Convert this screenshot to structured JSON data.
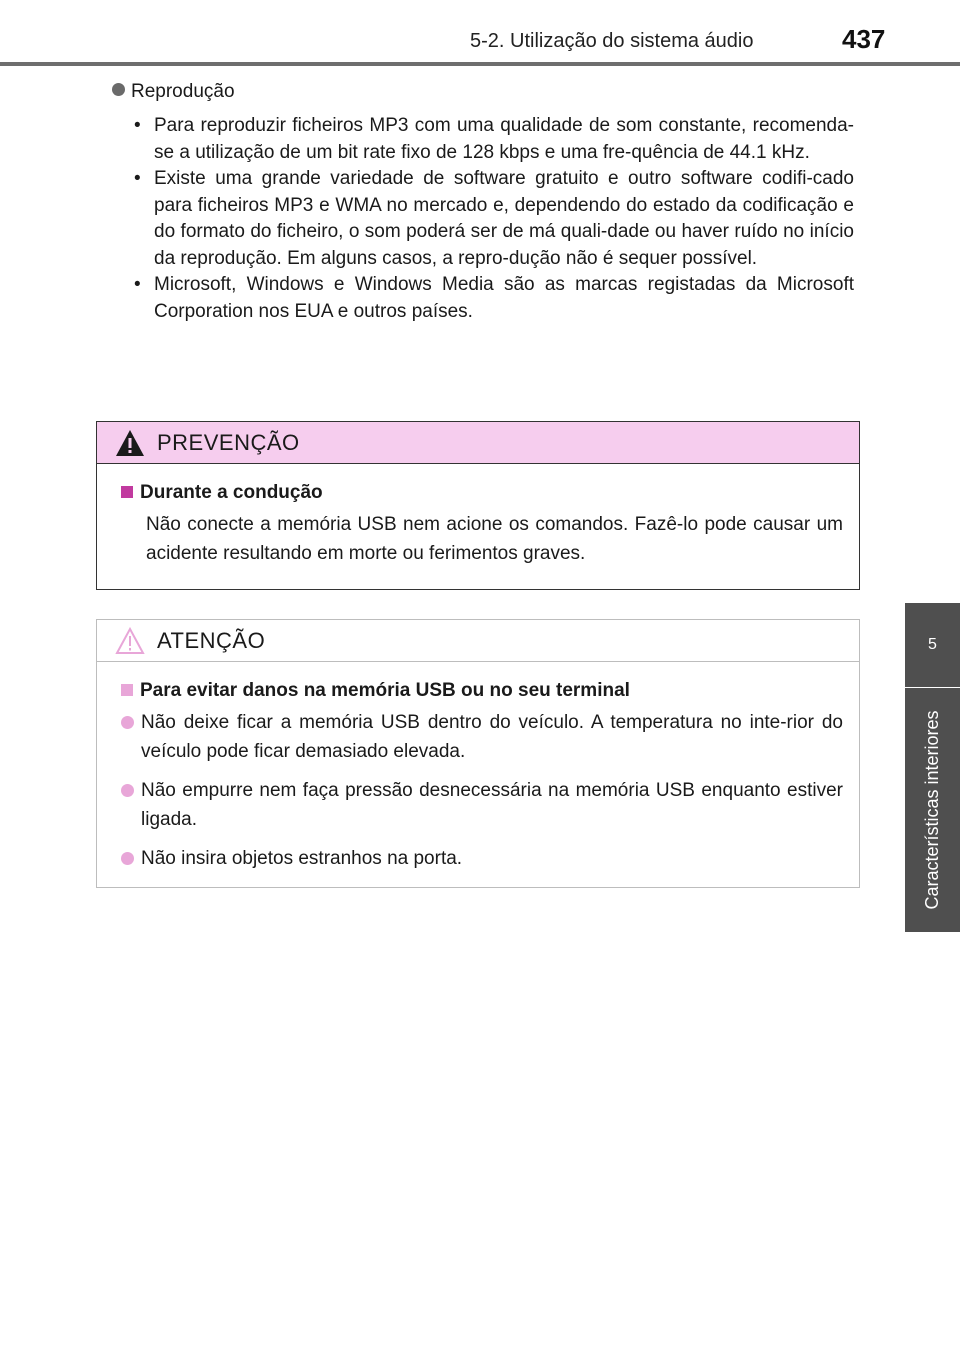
{
  "header": {
    "section_title": "5-2. Utilização do sistema áudio",
    "page_number": "437"
  },
  "side_tab": {
    "chapter_number": "5",
    "chapter_title": "Características interiores"
  },
  "topic": {
    "label": "Reprodução",
    "bullets": [
      "Para reproduzir ficheiros MP3 com uma qualidade de som constante, recomenda-se a utilização de um bit rate fixo de 128 kbps e uma fre-quência de 44.1 kHz.",
      "Existe uma grande variedade de software gratuito e outro software codifi-cado para ficheiros MP3 e WMA no mercado e, dependendo do estado da codificação e do formato do ficheiro, o som poderá ser de má quali-dade ou haver ruído no início da reprodução. Em alguns casos, a repro-dução não é sequer possível.",
      "Microsoft, Windows e Windows Media são as marcas registadas da Microsoft Corporation nos EUA e outros países."
    ]
  },
  "warning": {
    "title": "PREVENÇÃO",
    "icon": "warning-triangle-icon",
    "heading": "Durante a condução",
    "text": "Não conecte a memória USB nem acione os comandos. Fazê-lo pode causar um acidente resultando em morte ou ferimentos graves.",
    "header_color": "#f6cdee",
    "accent_color": "#c13a9f"
  },
  "notice": {
    "title": "ATENÇÃO",
    "icon": "caution-triangle-outline-icon",
    "heading": "Para evitar danos na memória USB ou no seu terminal",
    "items": [
      "Não deixe ficar a memória USB dentro do veículo. A temperatura no inte-rior do veículo pode ficar demasiado elevada.",
      "Não empurre nem faça pressão desnecessária na memória USB enquanto estiver ligada.",
      "Não insira objetos estranhos na porta."
    ],
    "accent_color": "#e8a6d8"
  }
}
